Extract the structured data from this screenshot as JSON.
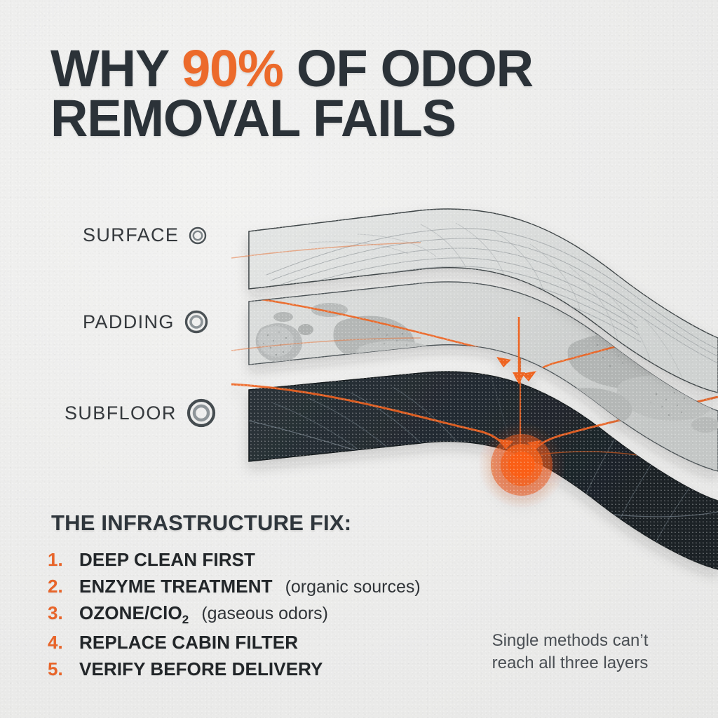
{
  "headline": {
    "line1_before": "WHY ",
    "accent": "90%",
    "line1_after": " OF ODOR",
    "line2": "REMOVAL FAILS"
  },
  "layers": [
    {
      "label": "SURFACE",
      "marker": "concentric-ring-icon",
      "size": "small"
    },
    {
      "label": "PADDING",
      "marker": "concentric-ring-icon",
      "size": "medium"
    },
    {
      "label": "SUBFLOOR",
      "marker": "concentric-ring-icon",
      "size": "large"
    }
  ],
  "fix": {
    "title": "THE INFRASTRUCTURE FIX:",
    "items": [
      {
        "num": "1.",
        "main": "DEEP CLEAN FIRST",
        "note": ""
      },
      {
        "num": "2.",
        "main": "ENZYME TREATMENT",
        "note": "(organic sources)"
      },
      {
        "num": "3.",
        "main": "OZONE/ClO",
        "sub": "2",
        "note": "(gaseous odors)"
      },
      {
        "num": "4.",
        "main": "REPLACE CABIN FILTER",
        "note": ""
      },
      {
        "num": "5.",
        "main": "VERIFY BEFORE DELIVERY",
        "note": ""
      }
    ]
  },
  "caption": {
    "line1": "Single methods can’t",
    "line2": "reach all three layers"
  },
  "colors": {
    "background": "#EEEEED",
    "ink": "#2B3238",
    "accent_orange": "#EC6A2B",
    "core_orange": "#F9581A",
    "surface_layer": "#D9DBDA",
    "padding_layer": "#D2D4D3",
    "subfloor_layer": "#232A30"
  }
}
